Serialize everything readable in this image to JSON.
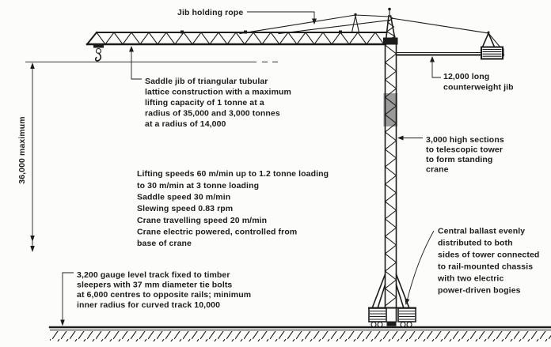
{
  "meta": {
    "description": "Technical line diagram of a rail-mounted telescopic tower crane with dimension and specification annotations"
  },
  "colors": {
    "ink": "#1c1c1c",
    "paper": "#fcfcfa",
    "tower_shade": "#9a9a9a"
  },
  "labels": {
    "jib_holding_rope": {
      "text": "Jib holding rope"
    },
    "max_height": {
      "text": "36,000 maximum"
    },
    "saddle_jib": {
      "lines": [
        "Saddle jib of triangular tubular",
        "lattice construction with a maximum",
        "lifting capacity of 1 tonne at a",
        "radius of 35,000 and 3,000 tonnes",
        "at a radius of 14,000"
      ]
    },
    "speeds": {
      "lines": [
        "Lifting speeds 60 m/min up to 1.2 tonne loading",
        "to 30 m/min at 3 tonne loading",
        "Saddle speed 30 m/min",
        "Slewing speed 0.83 rpm",
        "Crane travelling speed 20 m/min",
        "Crane electric powered, controlled from",
        "base of crane"
      ]
    },
    "counterweight_jib": {
      "lines": [
        "12,000 long",
        "counterweight jib"
      ]
    },
    "tower_sections": {
      "lines": [
        "3,000 high sections",
        "to telescopic tower",
        "to form standing",
        "crane"
      ]
    },
    "central_ballast": {
      "lines": [
        "Central ballast evenly",
        "distributed to both",
        "sides of tower connected",
        "to rail-mounted chassis",
        "with two electric",
        "power-driven bogies"
      ]
    },
    "track": {
      "lines": [
        "3,200 gauge level track fixed to timber",
        "sleepers with 37 mm diameter tie bolts",
        "at 6,000 centres to opposite rails; minimum",
        "inner radius for curved track 10,000"
      ]
    }
  }
}
